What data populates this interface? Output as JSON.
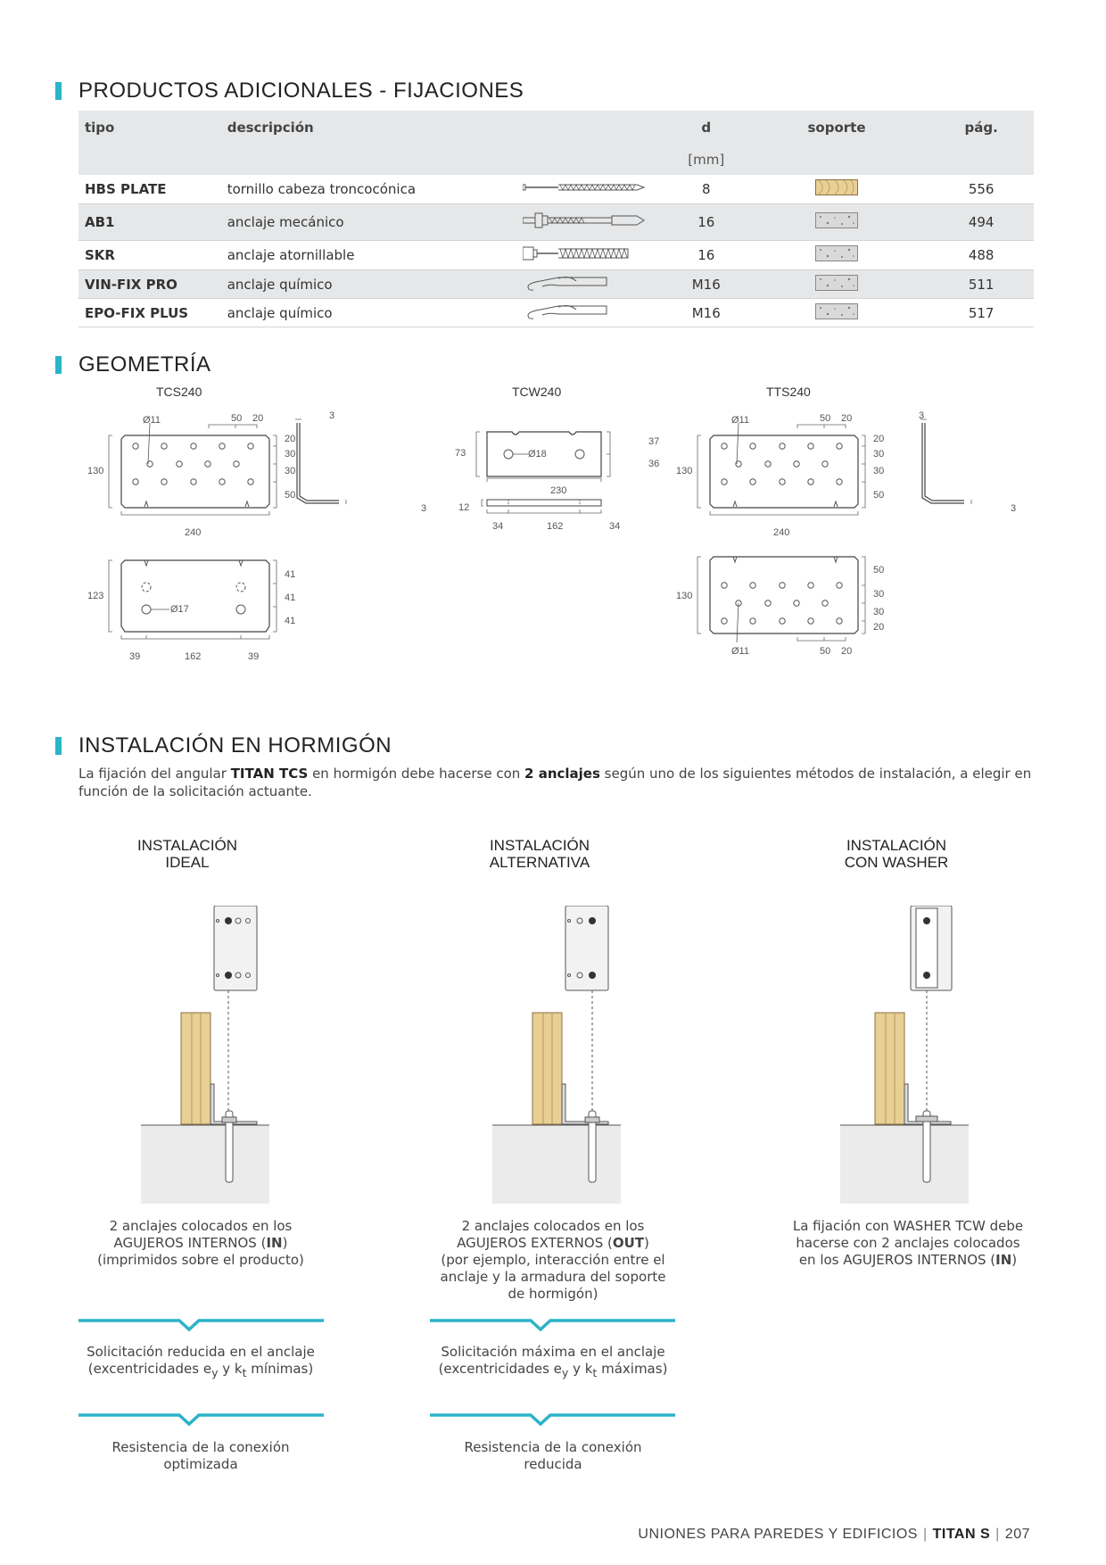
{
  "sections": {
    "products": "PRODUCTOS ADICIONALES - FIJACIONES",
    "geometry": "GEOMETRÍA",
    "install": "INSTALACIÓN EN HORMIGÓN"
  },
  "table": {
    "headers": {
      "tipo": "tipo",
      "descripcion": "descripción",
      "d": "d",
      "d_unit": "[mm]",
      "soporte": "soporte",
      "pag": "pág."
    },
    "rows": [
      {
        "tipo": "HBS PLATE",
        "descripcion": "tornillo cabeza troncocónica",
        "d": "8",
        "pag": "556",
        "support": "wood",
        "icon": "screw-icon"
      },
      {
        "tipo": "AB1",
        "descripcion": "anclaje mecánico",
        "d": "16",
        "pag": "494",
        "support": "concrete",
        "icon": "mechanical-anchor-icon"
      },
      {
        "tipo": "SKR",
        "descripcion": "anclaje atornillable",
        "d": "16",
        "pag": "488",
        "support": "concrete",
        "icon": "screw-anchor-icon"
      },
      {
        "tipo": "VIN-FIX PRO",
        "descripcion": "anclaje químico",
        "d": "M16",
        "pag": "511",
        "support": "concrete",
        "icon": "chemical-anchor-icon"
      },
      {
        "tipo": "EPO-FIX PLUS",
        "descripcion": "anclaje químico",
        "d": "M16",
        "pag": "517",
        "support": "concrete",
        "icon": "chemical-anchor-icon"
      }
    ]
  },
  "geometry": {
    "tcs_title": "TCS240",
    "tcw_title": "TCW240",
    "tts_title": "TTS240",
    "tcs": {
      "hole": "Ø11",
      "top_a": "50",
      "top_b": "20",
      "h": "130",
      "r1": "20",
      "r2": "30",
      "r3": "30",
      "r4": "50",
      "w": "240",
      "thick_top": "3",
      "thick_side": "3"
    },
    "tcs_bottom": {
      "h": "123",
      "hole": "Ø17",
      "r1": "41",
      "r2": "41",
      "r3": "41",
      "b1": "39",
      "b2": "162",
      "b3": "39"
    },
    "tcw": {
      "h": "73",
      "hole": "Ø18",
      "r1": "37",
      "r2": "36",
      "w": "230",
      "t": "12",
      "b1": "34",
      "b2": "162",
      "b3": "34"
    },
    "tts": {
      "hole": "Ø11",
      "top_a": "50",
      "top_b": "20",
      "h": "130",
      "r1": "20",
      "r2": "30",
      "r3": "30",
      "r4": "50",
      "w": "240",
      "thick_top": "3",
      "thick_side": "3"
    },
    "tts_bottom": {
      "h": "130",
      "r1": "50",
      "r2": "30",
      "r3": "30",
      "r4": "20",
      "hole": "Ø11",
      "b1": "50",
      "b2": "20"
    }
  },
  "install": {
    "intro_a": "La fijación del angular ",
    "intro_b": "TITAN TCS",
    "intro_c": " en hormigón debe hacerse con ",
    "intro_d": "2 anclajes",
    "intro_e": " según uno de los siguientes métodos de instalación, a elegir en función de la solicitación actuante.",
    "col1": {
      "title1": "INSTALACIÓN",
      "title2": "IDEAL",
      "desc1": "2 anclajes colocados en los",
      "desc2a": "AGUJEROS INTERNOS (",
      "desc2b": "IN",
      "desc2c": ")",
      "desc3": "(imprimidos sobre el producto)",
      "res1": "Solicitación reducida en el anclaje",
      "res2a": "(excentricidades e",
      "res2b": "y",
      "res2c": " y k",
      "res2d": "t",
      "res2e": " mínimas)",
      "final1": "Resistencia de la conexión",
      "final2": "optimizada"
    },
    "col2": {
      "title1": "INSTALACIÓN",
      "title2": "ALTERNATIVA",
      "desc1": "2 anclajes colocados en los",
      "desc2a": "AGUJEROS EXTERNOS (",
      "desc2b": "OUT",
      "desc2c": ")",
      "desc3": "(por ejemplo, interacción entre el",
      "desc4": "anclaje y la armadura del soporte",
      "desc5": "de hormigón)",
      "res1": "Solicitación máxima en el anclaje",
      "res2a": "(excentricidades e",
      "res2b": "y",
      "res2c": " y k",
      "res2d": "t",
      "res2e": " máximas)",
      "final1": "Resistencia de la conexión",
      "final2": "reducida"
    },
    "col3": {
      "title1": "INSTALACIÓN",
      "title2": "CON WASHER",
      "desc1": "La fijación con WASHER TCW debe",
      "desc2": "hacerse con 2 anclajes colocados",
      "desc3a": "en los AGUJEROS INTERNOS (",
      "desc3b": "IN",
      "desc3c": ")"
    }
  },
  "footer": {
    "left": "UNIONES PARA PAREDES Y EDIFICIOS",
    "sep": "|",
    "brand": "TITAN S",
    "page": "207"
  },
  "colors": {
    "accent": "#2bb3c8",
    "header_bg": "#e6e7e8",
    "wood": "#e8cf94",
    "concrete": "#e9e9e9"
  }
}
